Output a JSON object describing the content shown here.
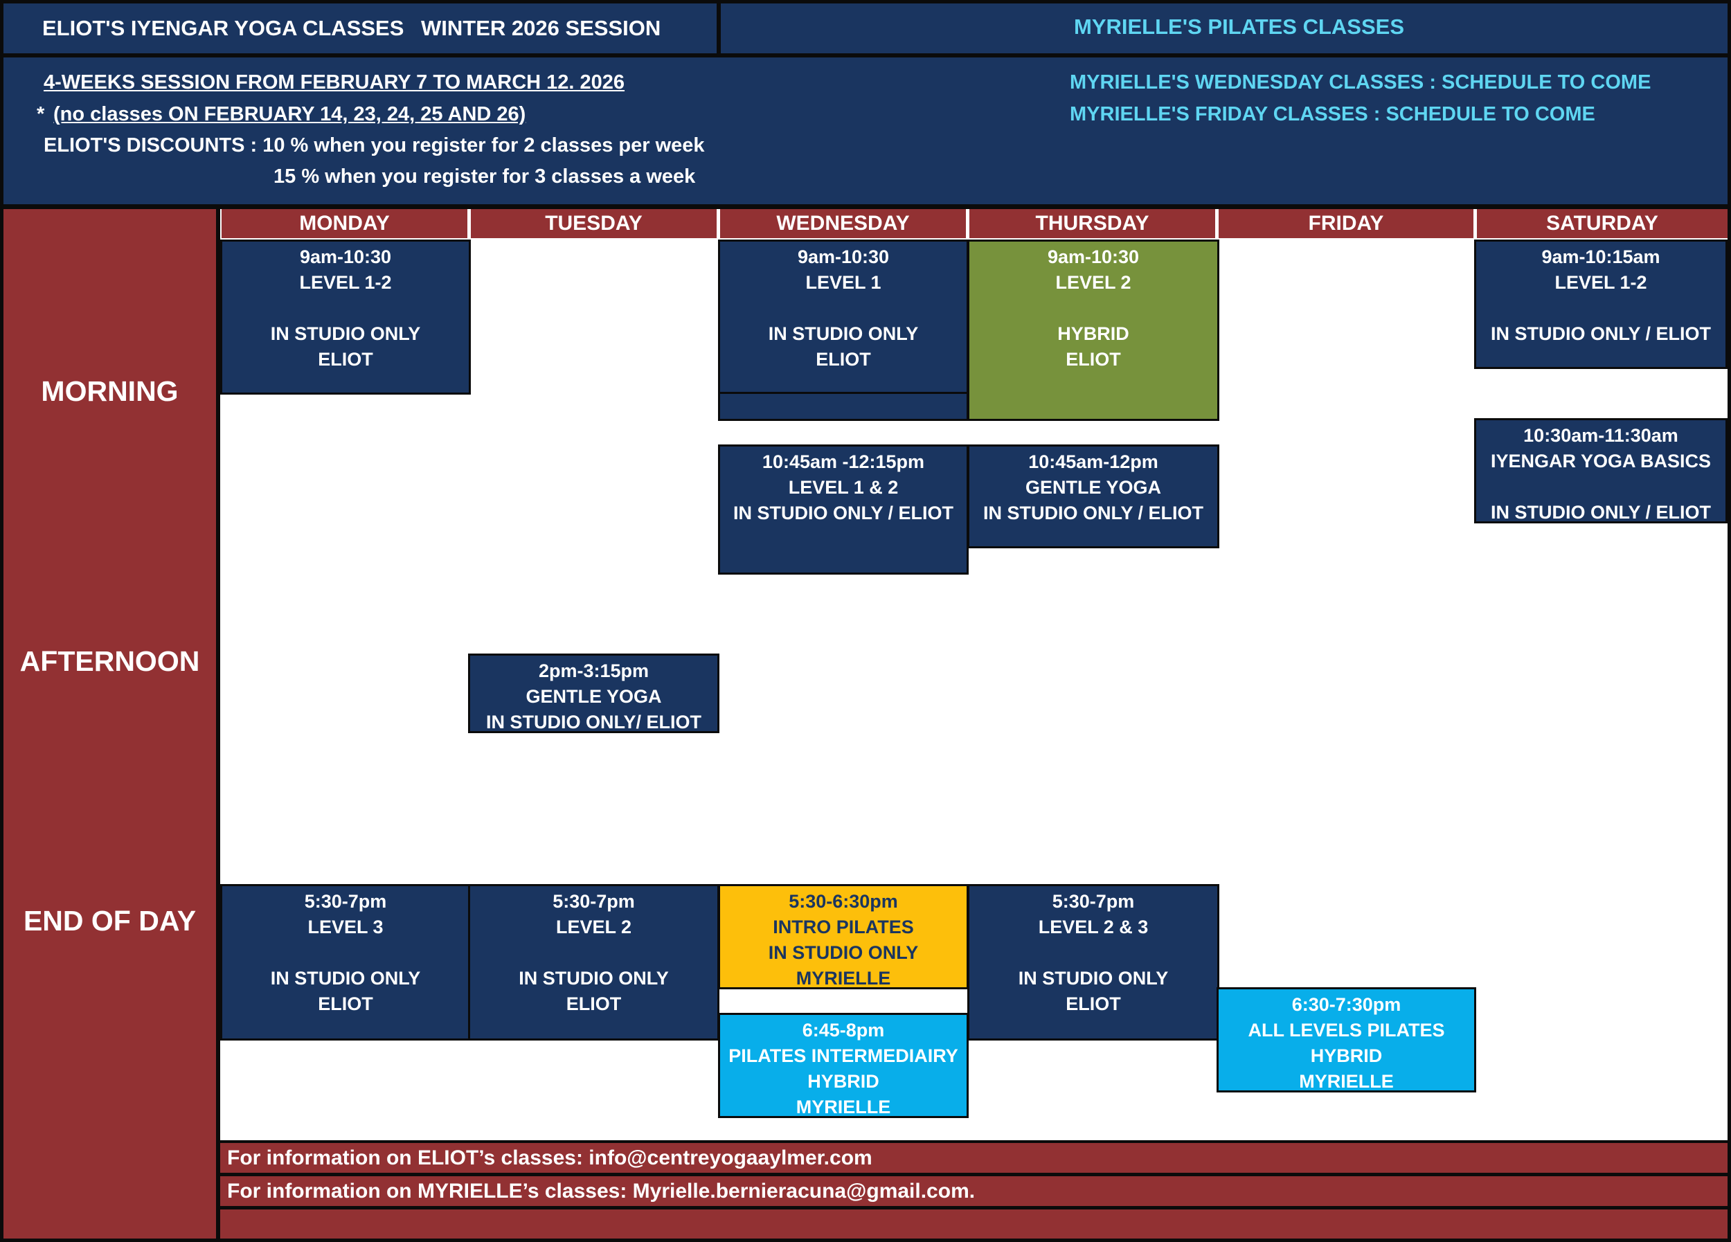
{
  "header": {
    "left_title": "ELIOT'S IYENGAR YOGA CLASSES",
    "session": "WINTER 2026 SESSION",
    "right_title": "MYRIELLE'S PILATES CLASSES"
  },
  "info": {
    "session_dates": "4-WEEKS SESSION FROM FEBRUARY 7 TO MARCH 12. 2026",
    "no_classes_prefix": "*",
    "no_classes": "(no classes  ON FEBRUARY 14, 23, 24, 25 AND 26)",
    "discount_label": "ELIOT'S DISCOUNTS  : 10 % when you register for 2 classes per week",
    "discount_2": "15 % when you register for 3 classes a week",
    "wednesday_note": "MYRIELLE'S WEDNESDAY CLASSES  : SCHEDULE TO COME",
    "friday_note": "MYRIELLE'S FRIDAY CLASSES : SCHEDULE TO COME"
  },
  "days": [
    "MONDAY",
    "TUESDAY",
    "WEDNESDAY",
    "THURSDAY",
    "FRIDAY",
    "SATURDAY"
  ],
  "periods": {
    "morning": "MORNING",
    "afternoon": "AFTERNOON",
    "evening": "END OF DAY"
  },
  "colors": {
    "navy": "#1a3560",
    "red": "#923133",
    "green": "#77923c",
    "yellow": "#fdbf0b",
    "sky": "#08aeea",
    "cyan_text": "#5fd6f2"
  },
  "classes": {
    "mon_am": [
      "9am-10:30",
      "LEVEL 1-2",
      "",
      "IN STUDIO ONLY",
      "ELIOT"
    ],
    "wed_am": [
      "9am-10:30",
      "LEVEL 1",
      "",
      "IN STUDIO ONLY",
      "ELIOT"
    ],
    "thu_am": [
      "9am-10:30",
      "LEVEL 2",
      "",
      "HYBRID",
      "ELIOT"
    ],
    "sat_am": [
      "9am-10:15am",
      "LEVEL 1-2",
      "",
      "IN STUDIO ONLY / ELIOT"
    ],
    "wed_late_am": [
      "10:45am -12:15pm",
      "LEVEL 1 & 2",
      "IN STUDIO ONLY / ELIOT"
    ],
    "thu_late_am": [
      "10:45am-12pm",
      "GENTLE YOGA",
      "IN STUDIO ONLY / ELIOT"
    ],
    "sat_late_am": [
      "10:30am-11:30am",
      "IYENGAR YOGA BASICS",
      "",
      "IN STUDIO ONLY / ELIOT"
    ],
    "tue_pm": [
      "2pm-3:15pm",
      "GENTLE YOGA",
      "IN STUDIO ONLY/ ELIOT"
    ],
    "mon_eve": [
      "5:30-7pm",
      "LEVEL 3",
      "",
      "IN STUDIO ONLY",
      "ELIOT"
    ],
    "tue_eve": [
      "5:30-7pm",
      "LEVEL 2",
      "",
      "IN STUDIO ONLY",
      "ELIOT"
    ],
    "wed_eve_1": [
      "5:30-6:30pm",
      "INTRO PILATES",
      "IN STUDIO ONLY",
      "MYRIELLE"
    ],
    "wed_eve_2": [
      "6:45-8pm",
      "PILATES INTERMEDIAIRY",
      "HYBRID",
      "MYRIELLE"
    ],
    "thu_eve": [
      "5:30-7pm",
      "LEVEL 2 & 3",
      "",
      "IN STUDIO ONLY",
      "ELIOT"
    ],
    "fri_eve": [
      "6:30-7:30pm",
      "ALL LEVELS PILATES",
      "HYBRID",
      "MYRIELLE"
    ]
  },
  "footer": {
    "eliot": "For information on ELIOT’s classes: info@centreyogaaylmer.com",
    "myrielle": "For information on MYRIELLE’s classes: Myrielle.bernieracuna@gmail.com."
  }
}
